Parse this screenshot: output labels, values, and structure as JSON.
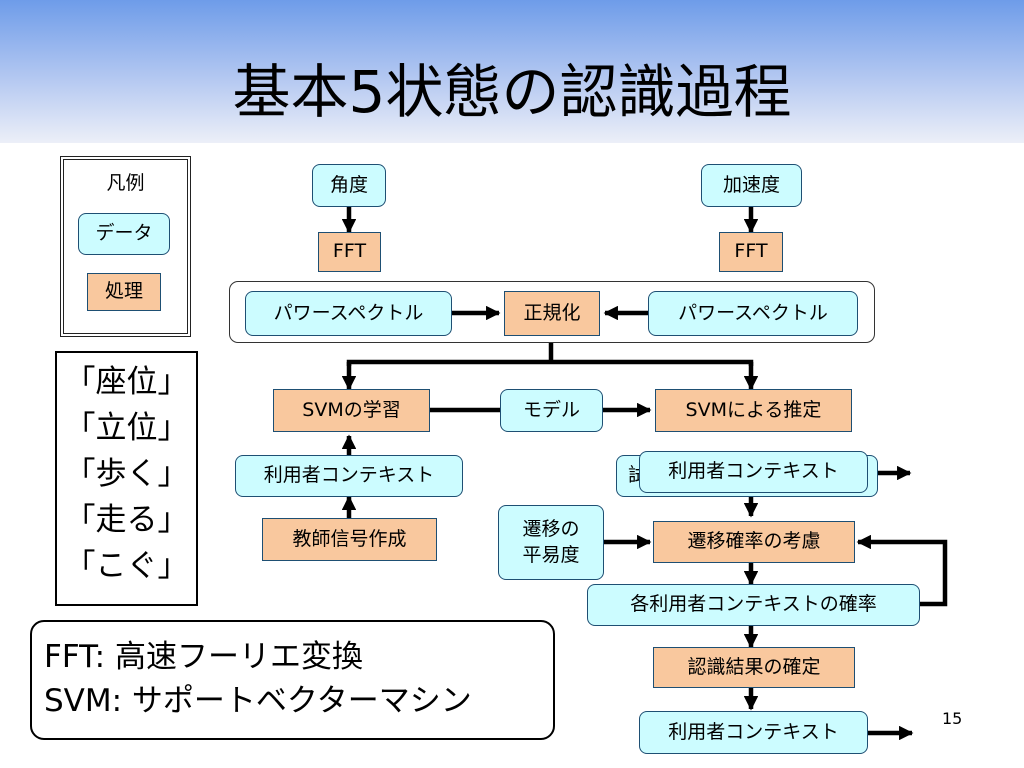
{
  "slide": {
    "title": "基本5状態の認識過程",
    "page_number": "15"
  },
  "legend": {
    "title": "凡例",
    "data_label": "データ",
    "process_label": "処理"
  },
  "states": [
    "「座位」",
    "「立位」",
    "「歩く」",
    "「走る」",
    "「こぐ」"
  ],
  "abbreviations": [
    "FFT: 高速フーリエ変換",
    "SVM: サポートベクターマシン"
  ],
  "flow": {
    "angle": "角度",
    "acceleration": "加速度",
    "fft_left": "FFT",
    "fft_right": "FFT",
    "power_spectrum_left": "パワースペクトル",
    "normalize": "正規化",
    "power_spectrum_right": "パワースペクトル",
    "svm_learning": "SVMの学習",
    "model": "モデル",
    "svm_estimation": "SVMによる推定",
    "user_context_left": "利用者コンテキスト",
    "user_context_back": "試",
    "user_context_mid": "利用者コンテキスト",
    "teacher_signal": "教師信号作成",
    "transition_ease": "遷移の\n平易度",
    "transition_prob": "遷移確率の考慮",
    "each_user_context_prob": "各利用者コンテキストの確率",
    "confirm_result": "認識結果の確定",
    "user_context_final": "利用者コンテキスト"
  },
  "colors": {
    "data_fill": "#ccfcff",
    "process_fill": "#f9c89e",
    "border": "#1e4f73",
    "header_top": "#6e9ce9"
  }
}
